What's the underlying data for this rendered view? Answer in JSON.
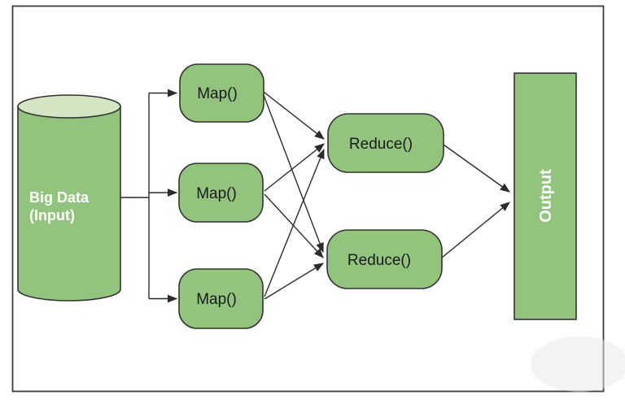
{
  "diagram": {
    "kind": "mapreduce-flow",
    "nodes": {
      "input": {
        "shape": "cylinder",
        "label_line1": "Big Data",
        "label_line2": "(Input)"
      },
      "map1": {
        "shape": "rounded-rect",
        "label": "Map()"
      },
      "map2": {
        "shape": "rounded-rect",
        "label": "Map()"
      },
      "map3": {
        "shape": "rounded-rect",
        "label": "Map()"
      },
      "reduce1": {
        "shape": "rounded-rect",
        "label": "Reduce()"
      },
      "reduce2": {
        "shape": "rounded-rect",
        "label": "Reduce()"
      },
      "output": {
        "shape": "rect",
        "label": "Output",
        "text_rotation": "-90deg"
      }
    },
    "edges": [
      {
        "from": "input",
        "to": "map1"
      },
      {
        "from": "input",
        "to": "map2"
      },
      {
        "from": "input",
        "to": "map3"
      },
      {
        "from": "map1",
        "to": "reduce1"
      },
      {
        "from": "map1",
        "to": "reduce2"
      },
      {
        "from": "map2",
        "to": "reduce1"
      },
      {
        "from": "map2",
        "to": "reduce2"
      },
      {
        "from": "map3",
        "to": "reduce1"
      },
      {
        "from": "map3",
        "to": "reduce2"
      },
      {
        "from": "reduce1",
        "to": "output"
      },
      {
        "from": "reduce2",
        "to": "output"
      }
    ],
    "colors": {
      "node_fill": "#93c47d",
      "cylinder_top_fill": "#d3e5c3",
      "node_stroke": "#333333",
      "edge_color": "#2b2b2b",
      "label_dark": "#1a1a1a",
      "label_light": "#ffffff",
      "background": "#ffffff",
      "frame_stroke": "#3d3d3d"
    }
  }
}
